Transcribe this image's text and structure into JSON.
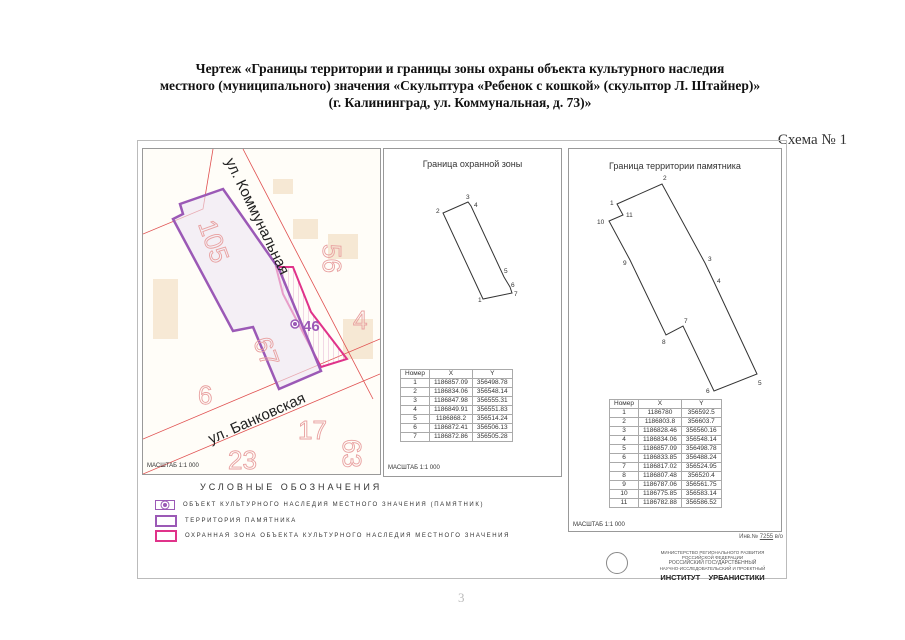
{
  "title": [
    "Чертеж «Границы территории и границы зоны охраны объекта культурного наследия",
    "местного (муниципального) значения «Скульптура «Ребенок с кошкой» (скульптор Л. Штайнер)»",
    "(г. Калининград, ул. Коммунальная, д. 73)»"
  ],
  "schema": "Схема № 1",
  "map": {
    "street1": "ул. Коммунальная",
    "street2": "ул. Банковская",
    "monument_label": "46",
    "house_numbers": [
      "105",
      "67",
      "56",
      "4",
      "6",
      "23",
      "17",
      "63"
    ],
    "scale": "МАСШТАБ 1:1 000",
    "colors": {
      "territory": "#9b59b6",
      "zone": "#e0338a",
      "cadastre": "#e05050"
    }
  },
  "zone": {
    "title": "Граница охранной зоны",
    "scale": "МАСШТАБ 1:1 000",
    "headers": [
      "Номер",
      "X",
      "Y"
    ],
    "rows": [
      [
        "1",
        "1186857.09",
        "356498.78"
      ],
      [
        "2",
        "1186834.06",
        "356548.14"
      ],
      [
        "3",
        "1186847.98",
        "356555.31"
      ],
      [
        "4",
        "1186849.91",
        "356551.83"
      ],
      [
        "5",
        "1186868.2",
        "356514.24"
      ],
      [
        "6",
        "1186872.41",
        "356506.13"
      ],
      [
        "7",
        "1186872.86",
        "356505.28"
      ]
    ]
  },
  "territory": {
    "title": "Граница территории памятника",
    "scale": "МАСШТАБ 1:1 000",
    "headers": [
      "Номер",
      "X",
      "Y"
    ],
    "rows": [
      [
        "1",
        "1186780",
        "356592.5"
      ],
      [
        "2",
        "1186803.8",
        "356603.7"
      ],
      [
        "3",
        "1186828.46",
        "356560.16"
      ],
      [
        "4",
        "1186834.06",
        "356548.14"
      ],
      [
        "5",
        "1186857.09",
        "356498.78"
      ],
      [
        "6",
        "1186833.85",
        "356488.24"
      ],
      [
        "7",
        "1186817.02",
        "356524.95"
      ],
      [
        "8",
        "1186807.48",
        "356520.4"
      ],
      [
        "9",
        "1186787.06",
        "356561.75"
      ],
      [
        "10",
        "1186775.85",
        "356583.14"
      ],
      [
        "11",
        "1186782.88",
        "356586.52"
      ]
    ]
  },
  "legend": {
    "heading": "УСЛОВНЫЕ ОБОЗНАЧЕНИЯ",
    "items": [
      "ОБЪЕКТ КУЛЬТУРНОГО НАСЛЕДИЯ МЕСТНОГО ЗНАЧЕНИЯ (ПАМЯТНИК)",
      "ТЕРРИТОРИЯ ПАМЯТНИКА",
      "ОХРАННАЯ ЗОНА ОБЪЕКТА КУЛЬТУРНОГО НАСЛЕДИЯ МЕСТНОГО ЗНАЧЕНИЯ"
    ]
  },
  "stamp": {
    "inv_label": "Инв.№",
    "inv_number": "7255",
    "inv_suffix": "в/о",
    "ministry": "МИНИСТЕРСТВО РЕГИОНАЛЬНОГО РАЗВИТИЯ РОССИЙСКОЙ ФЕДЕРАЦИИ",
    "org1": "РОССИЙСКИЙ ГОСУДАРСТВЕННЫЙ",
    "org2": "НАУЧНО-ИССЛЕДОВАТЕЛЬСКИЙ И ПРОЕКТНЫЙ",
    "institute": "ИНСТИТУТ    УРБАНИСТИКИ"
  },
  "page_number": "3"
}
